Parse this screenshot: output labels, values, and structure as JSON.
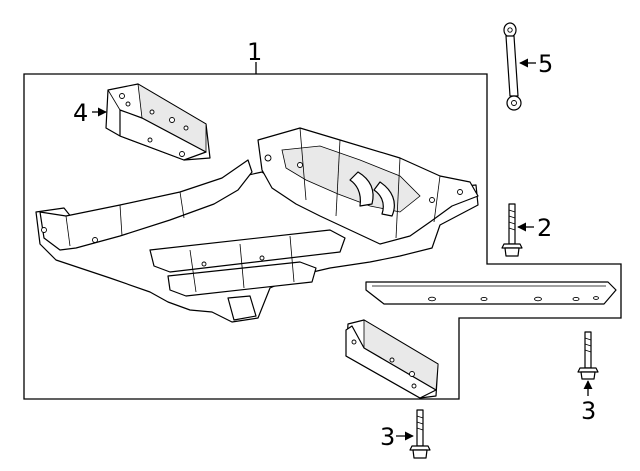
{
  "diagram": {
    "callouts": {
      "c1": "1",
      "c2": "2",
      "c3a": "3",
      "c3b": "3",
      "c4": "4",
      "c5": "5"
    },
    "parts": [
      {
        "ref": "1",
        "name": "frame-assembly-icon"
      },
      {
        "ref": "2",
        "name": "bolt-icon"
      },
      {
        "ref": "3",
        "name": "bolt-icon"
      },
      {
        "ref": "4",
        "name": "bracket-icon"
      },
      {
        "ref": "5",
        "name": "link-rod-icon"
      }
    ]
  }
}
